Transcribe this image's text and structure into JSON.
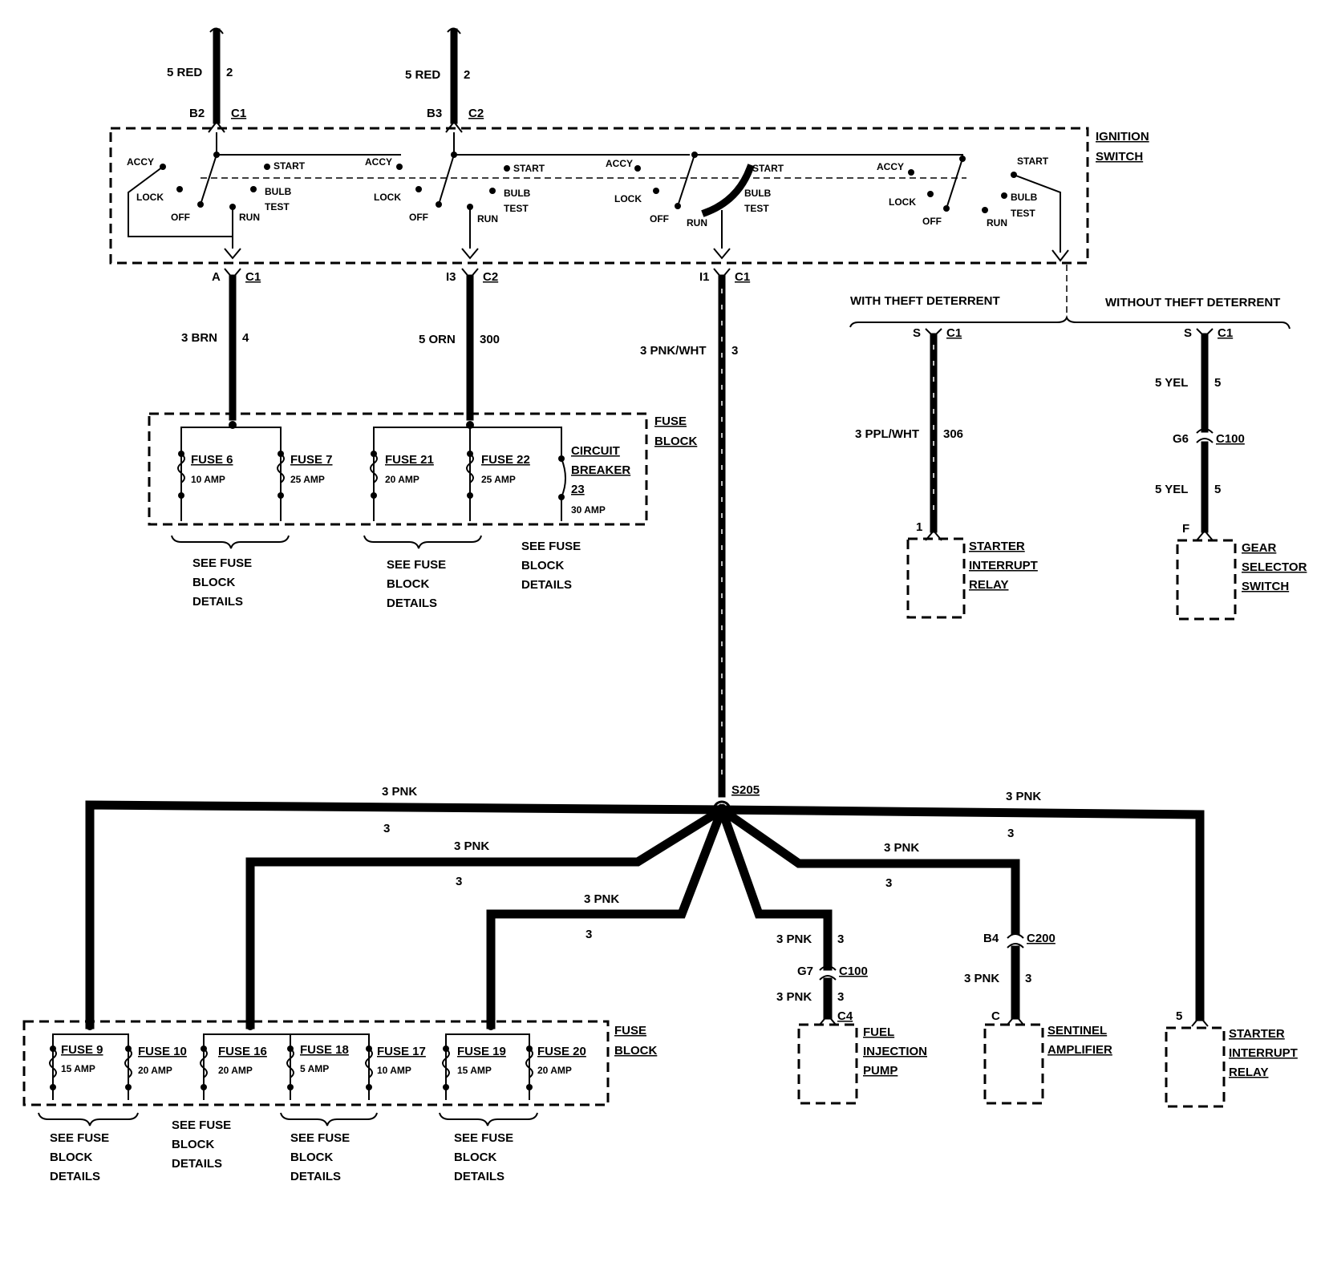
{
  "power_inputs": [
    {
      "wire": "5 RED",
      "circuit": "2",
      "pin": "B2",
      "conn": "C1"
    },
    {
      "wire": "5 RED",
      "circuit": "2",
      "pin": "B3",
      "conn": "C2"
    }
  ],
  "ignition_switch": {
    "title": [
      "IGNITION",
      "SWITCH"
    ],
    "pos": {
      "accy": "ACCY",
      "lock": "LOCK",
      "off": "OFF",
      "run": "RUN",
      "start": "START",
      "bulb": "BULB",
      "test": "TEST"
    },
    "outputs": [
      {
        "pin": "A",
        "conn": "C1"
      },
      {
        "pin": "I3",
        "conn": "C2"
      },
      {
        "pin": "I1",
        "conn": "C1"
      }
    ]
  },
  "branches": {
    "with_label": "WITH THEFT DETERRENT",
    "without_label": "WITHOUT THEFT DETERRENT"
  },
  "wires_mid": [
    {
      "wire": "3 BRN",
      "circuit": "4"
    },
    {
      "wire": "5 ORN",
      "circuit": "300"
    },
    {
      "wire": "3 PNK/WHT",
      "circuit": "3"
    }
  ],
  "upper_fuse_block": {
    "title": [
      "FUSE",
      "BLOCK"
    ],
    "fuses": [
      {
        "name": "FUSE 6",
        "amp": "10 AMP"
      },
      {
        "name": "FUSE 7",
        "amp": "25 AMP"
      },
      {
        "name": "FUSE 21",
        "amp": "20 AMP"
      },
      {
        "name": "FUSE 22",
        "amp": "25 AMP"
      }
    ],
    "breaker": {
      "lines": [
        "CIRCUIT",
        "BREAKER",
        "23"
      ],
      "amp": "30 AMP"
    }
  },
  "see_fuse": [
    "SEE FUSE",
    "BLOCK",
    "DETAILS"
  ],
  "theft_with": {
    "pin": "S",
    "conn": "C1",
    "wire": "3 PPL/WHT",
    "circuit": "306",
    "end_pin": "1",
    "component": [
      "STARTER",
      "INTERRUPT",
      "RELAY"
    ]
  },
  "theft_without": {
    "pin": "S",
    "conn": "C1",
    "wire1": "5 YEL",
    "circuit1": "5",
    "mid_pin": "G6",
    "mid_conn": "C100",
    "wire2": "5 YEL",
    "circuit2": "5",
    "end_pin": "F",
    "component": [
      "GEAR",
      "SELECTOR",
      "SWITCH"
    ]
  },
  "splice": {
    "name": "S205"
  },
  "pnk_wires": {
    "label": "3 PNK",
    "circuit": "3"
  },
  "lower_fuse_block": {
    "title": [
      "FUSE",
      "BLOCK"
    ],
    "fuses": [
      {
        "name": "FUSE 9",
        "amp": "15 AMP"
      },
      {
        "name": "FUSE 10",
        "amp": "20 AMP"
      },
      {
        "name": "FUSE 16",
        "amp": "20 AMP"
      },
      {
        "name": "FUSE 18",
        "amp": "5 AMP"
      },
      {
        "name": "FUSE 17",
        "amp": "10 AMP"
      },
      {
        "name": "FUSE 19",
        "amp": "15 AMP"
      },
      {
        "name": "FUSE 20",
        "amp": "20 AMP"
      }
    ]
  },
  "fuel_pump": {
    "pin1": "G7",
    "conn1": "C100",
    "conn2": "C4",
    "component": [
      "FUEL",
      "INJECTION",
      "PUMP"
    ]
  },
  "sentinel": {
    "pin1": "B4",
    "conn1": "C200",
    "pin2": "C",
    "component": [
      "SENTINEL",
      "AMPLIFIER"
    ]
  },
  "starter_relay2": {
    "pin": "5",
    "component": [
      "STARTER",
      "INTERRUPT",
      "RELAY"
    ]
  }
}
